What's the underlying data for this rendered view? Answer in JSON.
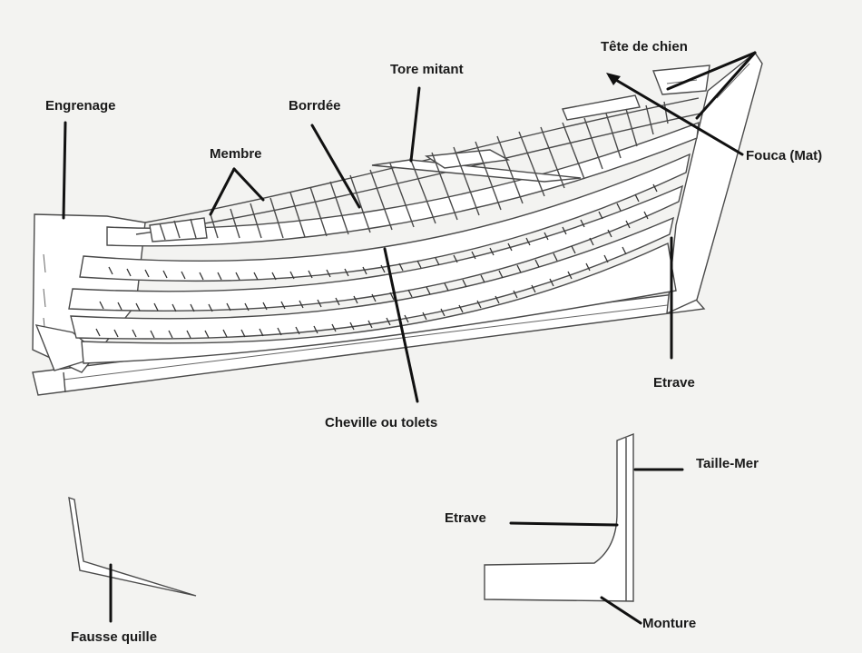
{
  "labels": {
    "engrenage": "Engrenage",
    "membre": "Membre",
    "bordee": "Borrdée",
    "tore_mitant": "Tore mitant",
    "tete_de_chien": "Tête de chien",
    "fouca": "Fouca (Mat)",
    "etrave_main": "Etrave",
    "cheville": "Cheville ou tolets",
    "taille_mer": "Taille-Mer",
    "etrave_detail": "Etrave",
    "monture": "Monture",
    "fausse_quille": "Fausse quille"
  },
  "colors": {
    "background": "#f3f3f1",
    "lines": "#4a4a4a",
    "leaders": "#111111",
    "text": "#1a1a1a"
  }
}
